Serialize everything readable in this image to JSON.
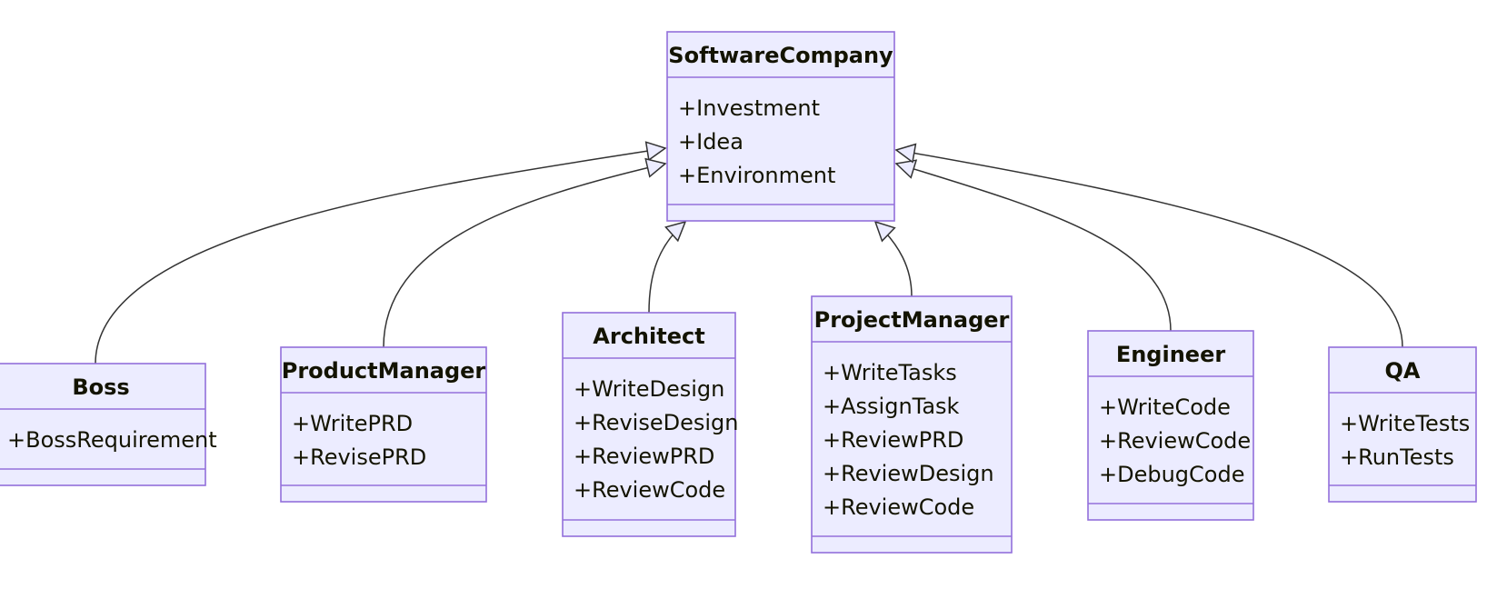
{
  "diagram": {
    "type": "class-diagram",
    "classes": [
      {
        "id": "SoftwareCompany",
        "name": "SoftwareCompany",
        "members": [
          "+Investment",
          "+Idea",
          "+Environment"
        ]
      },
      {
        "id": "Boss",
        "name": "Boss",
        "members": [
          "+BossRequirement"
        ]
      },
      {
        "id": "ProductManager",
        "name": "ProductManager",
        "members": [
          "+WritePRD",
          "+RevisePRD"
        ]
      },
      {
        "id": "Architect",
        "name": "Architect",
        "members": [
          "+WriteDesign",
          "+ReviseDesign",
          "+ReviewPRD",
          "+ReviewCode"
        ]
      },
      {
        "id": "ProjectManager",
        "name": "ProjectManager",
        "members": [
          "+WriteTasks",
          "+AssignTask",
          "+ReviewPRD",
          "+ReviewDesign",
          "+ReviewCode"
        ]
      },
      {
        "id": "Engineer",
        "name": "Engineer",
        "members": [
          "+WriteCode",
          "+ReviewCode",
          "+DebugCode"
        ]
      },
      {
        "id": "QA",
        "name": "QA",
        "members": [
          "+WriteTests",
          "+RunTests"
        ]
      }
    ],
    "relations": [
      {
        "from": "Boss",
        "to": "SoftwareCompany",
        "kind": "inheritance"
      },
      {
        "from": "ProductManager",
        "to": "SoftwareCompany",
        "kind": "inheritance"
      },
      {
        "from": "Architect",
        "to": "SoftwareCompany",
        "kind": "inheritance"
      },
      {
        "from": "ProjectManager",
        "to": "SoftwareCompany",
        "kind": "inheritance"
      },
      {
        "from": "Engineer",
        "to": "SoftwareCompany",
        "kind": "inheritance"
      },
      {
        "from": "QA",
        "to": "SoftwareCompany",
        "kind": "inheritance"
      }
    ]
  }
}
